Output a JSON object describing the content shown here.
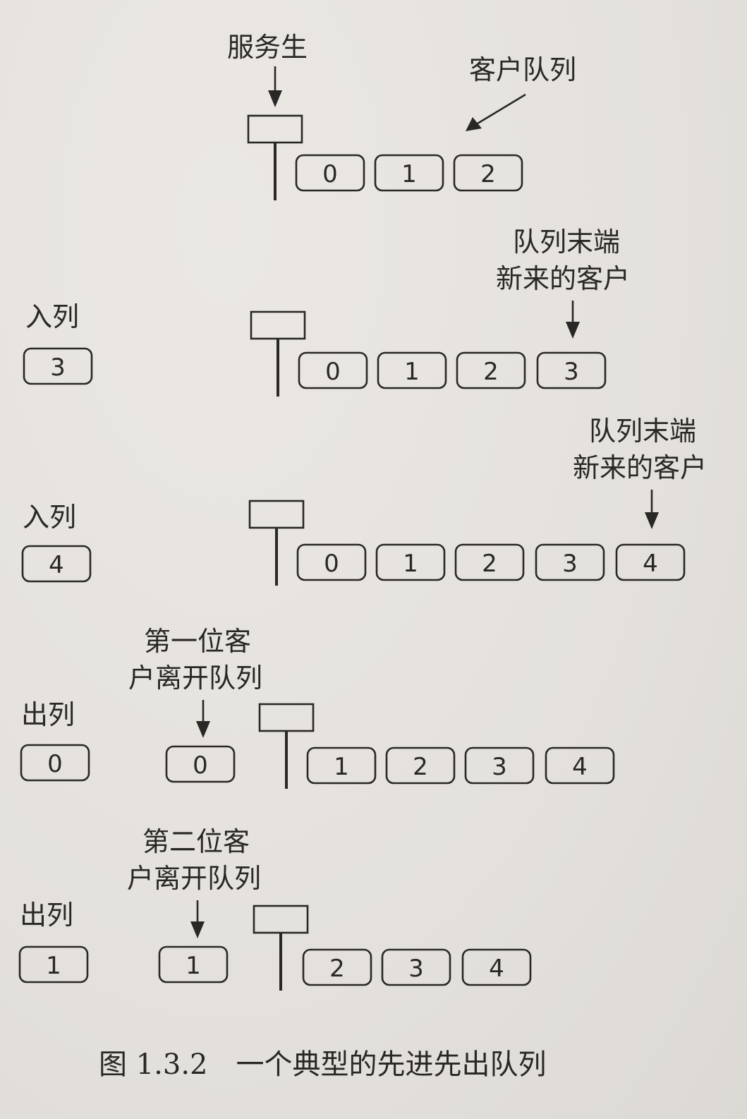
{
  "stages": [
    {
      "queue": [
        "0",
        "1",
        "2"
      ],
      "labels": {
        "server": "服务生",
        "queue": "客户队列"
      }
    },
    {
      "operation": "入列",
      "op_value": "3",
      "queue": [
        "0",
        "1",
        "2",
        "3"
      ],
      "note": [
        "队列末端",
        "新来的客户"
      ]
    },
    {
      "operation": "入列",
      "op_value": "4",
      "queue": [
        "0",
        "1",
        "2",
        "3",
        "4"
      ],
      "note": [
        "队列末端",
        "新来的客户"
      ]
    },
    {
      "operation": "出列",
      "op_value": "0",
      "leaving": "0",
      "queue": [
        "1",
        "2",
        "3",
        "4"
      ],
      "note": [
        "第一位客",
        "户离开队列"
      ]
    },
    {
      "operation": "出列",
      "op_value": "1",
      "leaving": "1",
      "queue": [
        "2",
        "3",
        "4"
      ],
      "note": [
        "第二位客",
        "户离开队列"
      ]
    }
  ],
  "caption": "图 1.3.2　一个典型的先进先出队列"
}
